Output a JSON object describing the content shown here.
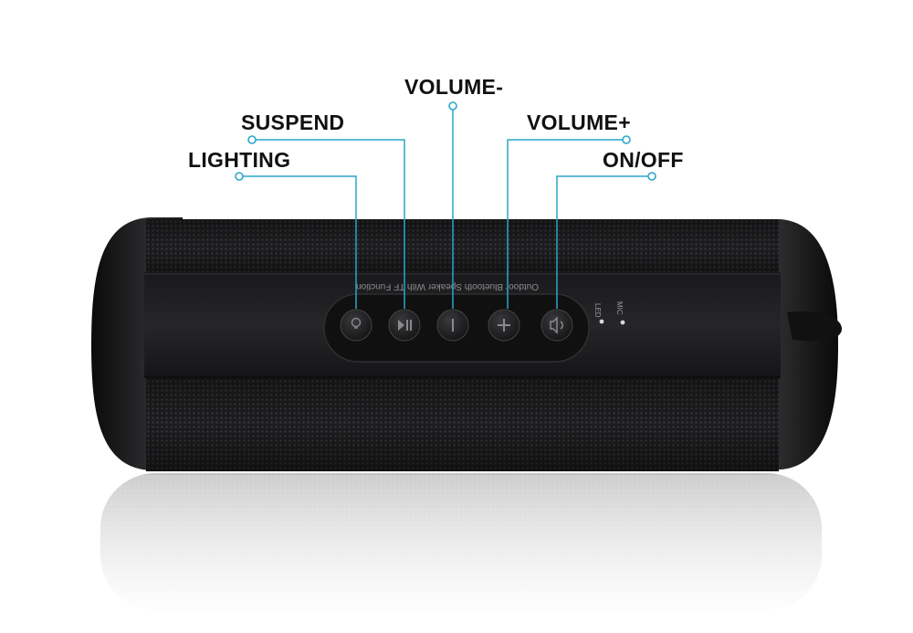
{
  "labels": {
    "volume_minus": "VOLUME-",
    "suspend": "SUSPEND",
    "volume_plus": "VOLUME+",
    "lighting": "LIGHTING",
    "on_off": "ON/OFF"
  },
  "speaker": {
    "printed_text": "Outdoor Bluetooth Speaker With TF Function",
    "led_label": "LED",
    "mic_label": "MIC"
  },
  "colors": {
    "callout": "#2aa6c9",
    "body": "#1c1c1e",
    "label_text": "#111111"
  }
}
